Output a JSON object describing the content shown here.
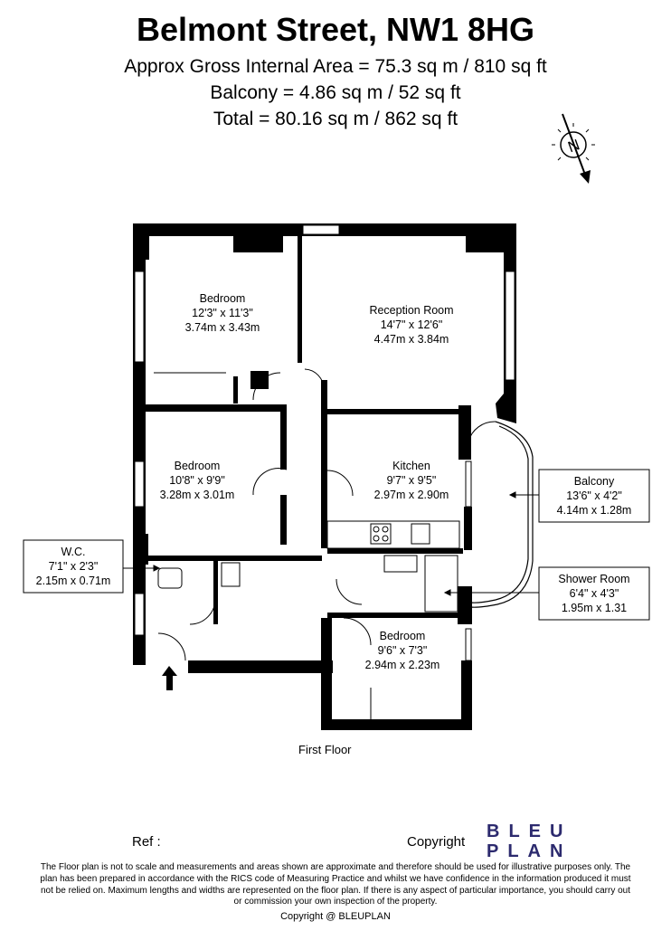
{
  "header": {
    "title": "Belmont Street, NW1 8HG",
    "area_lines": [
      "Approx Gross Internal Area = 75.3 sq m / 810 sq ft",
      "Balcony = 4.86 sq m / 52 sq ft",
      "Total = 80.16 sq m / 862 sq ft"
    ]
  },
  "compass": {
    "letter": "N"
  },
  "rooms": [
    {
      "name": "Bedroom",
      "imperial": "12'3\" x 11'3\"",
      "metric": "3.74m x 3.43m"
    },
    {
      "name": "Reception Room",
      "imperial": "14'7\" x 12'6\"",
      "metric": "4.47m x 3.84m"
    },
    {
      "name": "Bedroom",
      "imperial": "10'8\" x 9'9\"",
      "metric": "3.28m x 3.01m"
    },
    {
      "name": "Kitchen",
      "imperial": "9'7\" x 9'5\"",
      "metric": "2.97m x 2.90m"
    },
    {
      "name": "Bedroom",
      "imperial": "9'6\" x 7'3\"",
      "metric": "2.94m x 2.23m"
    }
  ],
  "callouts": [
    {
      "name": "W.C.",
      "imperial": "7'1\" x 2'3\"",
      "metric": "2.15m x 0.71m"
    },
    {
      "name": "Balcony",
      "imperial": "13'6\" x 4'2\"",
      "metric": "4.14m x 1.28m"
    },
    {
      "name": "Shower Room",
      "imperial": "6'4\" x 4'3\"",
      "metric": "1.95m x 1.31"
    }
  ],
  "floor_label": "First Floor",
  "footer": {
    "ref_label": "Ref  :",
    "copyright_label": "Copyright",
    "brand_line1": "BLEU",
    "brand_line2": "PLAN",
    "disclaimer": "The Floor plan is not to scale and measurements and areas shown are approximate and therefore should be used for illustrative purposes only. The plan has been prepared in accordance with the RICS code of Measuring Practice and whilst we have confidence in the information produced it must not be relied on. Maximum lengths and widths are represented on the floor plan. If there is any aspect of particular importance, you should carry out or commission your own inspection of the property.",
    "copyright_footer": "Copyright @ BLEUPLAN"
  },
  "colors": {
    "wall": "#000000",
    "brand": "#2c2a6e",
    "window": "#7a7a7a"
  }
}
